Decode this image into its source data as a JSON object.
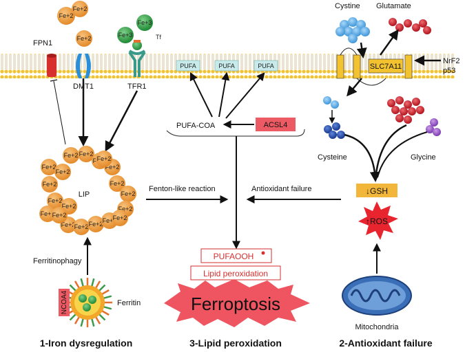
{
  "membrane": {
    "fe2_top": [
      "Fe+2",
      "Fe+2",
      "Fe+2"
    ],
    "fe3": [
      "Fe+3",
      "Fe+3"
    ],
    "tf": "Tf",
    "fpn1": "FPN1",
    "dmt1": "DMT1",
    "tfr1": "TFR1",
    "pufa": [
      "PUFA",
      "PUFA",
      "PUFA"
    ],
    "slc7a11": "SLC7A11",
    "nrf2": "NrF2",
    "p53": "p53"
  },
  "top_right": {
    "cystine": "Cystine",
    "glutamate": "Glutamate"
  },
  "lipid": {
    "pufa_coa": "PUFA-COA",
    "acsl4": "ACSL4",
    "pufaooh": "PUFAOOH",
    "lipid_peroxidation": "Lipid peroxidation",
    "ferroptosis": "Ferroptosis"
  },
  "iron": {
    "lip": "LIP",
    "fe_ring": [
      "Fe+2",
      "Fe+2",
      "Fe+2",
      "Fe+2",
      "Fe+2",
      "Fe+2",
      "Fe+2",
      "Fe+2",
      "Fe+2",
      "Fe+2",
      "Fe+2",
      "Fe+2",
      "Fe+2",
      "Fe+2",
      "Fe+2",
      "Fe+2",
      "Fe+2",
      "Fe+2",
      "Fe+2",
      "Fe+2"
    ],
    "fenton": "Fenton-like reaction",
    "ferritinophagy": "Ferritinophagy",
    "ncoa4": "NCOA4",
    "ferritin": "Ferritin"
  },
  "antioxidant": {
    "cysteine": "Cysteine",
    "glycine": "Glycine",
    "failure_label": "Antioxidant failure",
    "gsh": "GSH",
    "ros": "ROS",
    "mitochondria": "Mitochondria"
  },
  "captions": {
    "iron": "1-Iron dysregulation",
    "lipid": "3-Lipid peroxidation",
    "antioxidant": "2-Antioxidant failure"
  },
  "colors": {
    "iron": "#f0a24a",
    "fe3": "#3aa24a",
    "acsl4": "#ec5a63",
    "gsh": "#f2b63a",
    "ros": "#e8242e",
    "ferroptosis": "#ee5560",
    "cystine": "#5aaee8",
    "glutamate": "#d3242e",
    "glycine": "#9a5ac8"
  }
}
